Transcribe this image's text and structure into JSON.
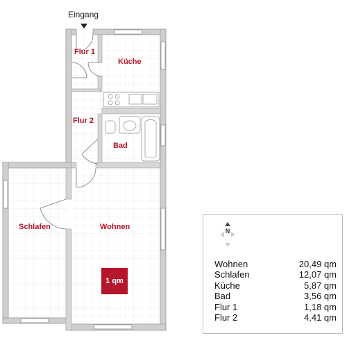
{
  "plan": {
    "entrance": "Eingang",
    "scale_label": "1 qm",
    "rooms": [
      {
        "id": "flur1",
        "label": "Flur 1"
      },
      {
        "id": "kueche",
        "label": "Küche"
      },
      {
        "id": "flur2",
        "label": "Flur 2"
      },
      {
        "id": "bad",
        "label": "Bad"
      },
      {
        "id": "schlafen",
        "label": "Schlafen"
      },
      {
        "id": "wohnen",
        "label": "Wohnen"
      }
    ]
  },
  "legend": {
    "compass_label": "N",
    "areas": [
      {
        "name": "Wohnen",
        "value": "20,49 qm"
      },
      {
        "name": "Schlafen",
        "value": "12,07 qm"
      },
      {
        "name": "Küche",
        "value": "5,87 qm"
      },
      {
        "name": "Bad",
        "value": "3,56 qm"
      },
      {
        "name": "Flur 1",
        "value": "1,18 qm"
      },
      {
        "name": "Flur 2",
        "value": "4,41 qm"
      }
    ]
  },
  "colors": {
    "label": "#b5162b",
    "wall": "#c8c8c8",
    "grid": "#ececec"
  }
}
